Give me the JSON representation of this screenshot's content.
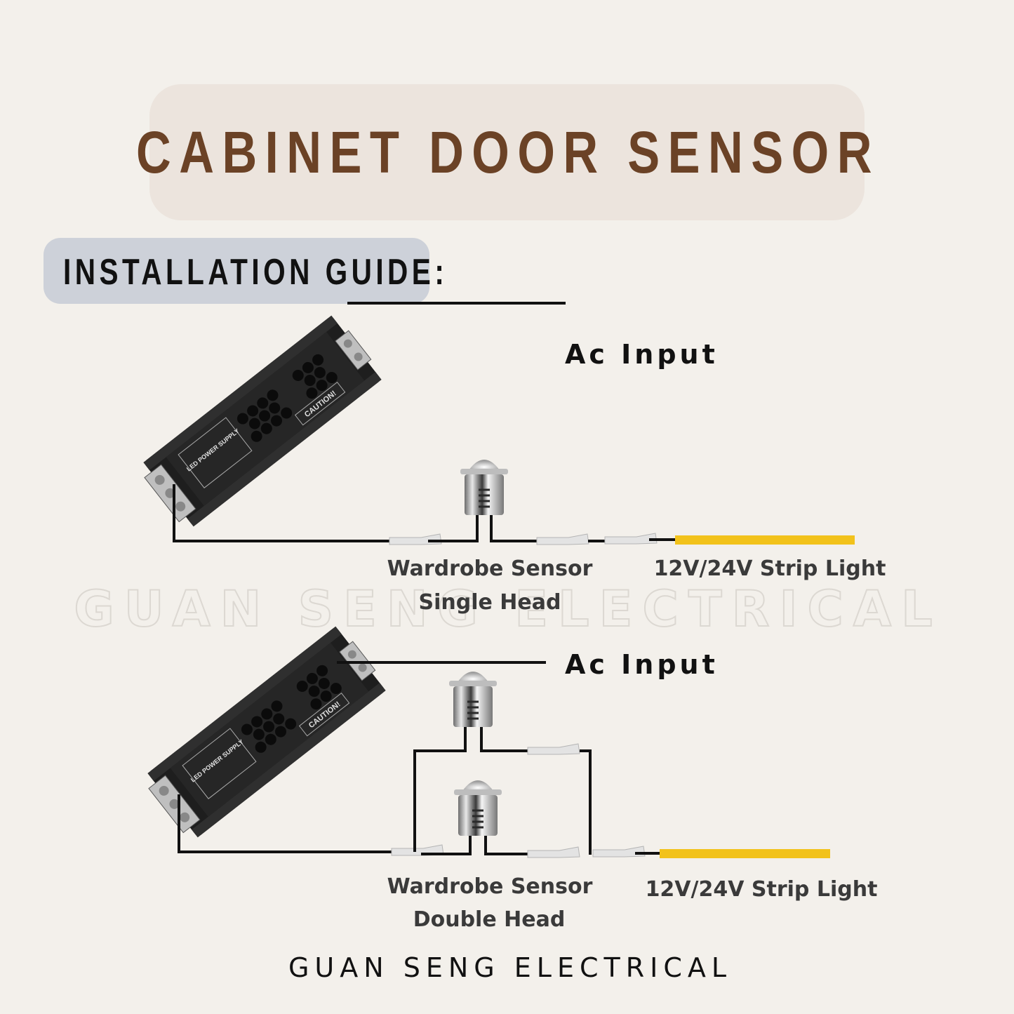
{
  "title": "CABINET DOOR SENSOR",
  "section_label": "INSTALLATION GUIDE:",
  "watermark": "GUAN SENG ELECTRICAL",
  "footer": "GUAN SENG ELECTRICAL",
  "colors": {
    "background": "#f3f0eb",
    "title_box": "#ece4dd",
    "title_text": "#6b4226",
    "section_box": "#cdd1d9",
    "wire": "#111111",
    "strip_light": "#f2c21b"
  },
  "diagrams": [
    {
      "ac_input_label": "Ac Input",
      "sensor_label_line1": "Wardrobe Sensor",
      "sensor_label_line2": "Single Head",
      "strip_label": "12V/24V Strip Light",
      "psu_text": "LED POWER SUPPLY",
      "psu_caution": "CAUTION!"
    },
    {
      "ac_input_label": "Ac Input",
      "sensor_label_line1": "Wardrobe Sensor",
      "sensor_label_line2": "Double Head",
      "strip_label": "12V/24V Strip Light",
      "psu_text": "LED POWER SUPPLY",
      "psu_caution": "CAUTION!"
    }
  ]
}
